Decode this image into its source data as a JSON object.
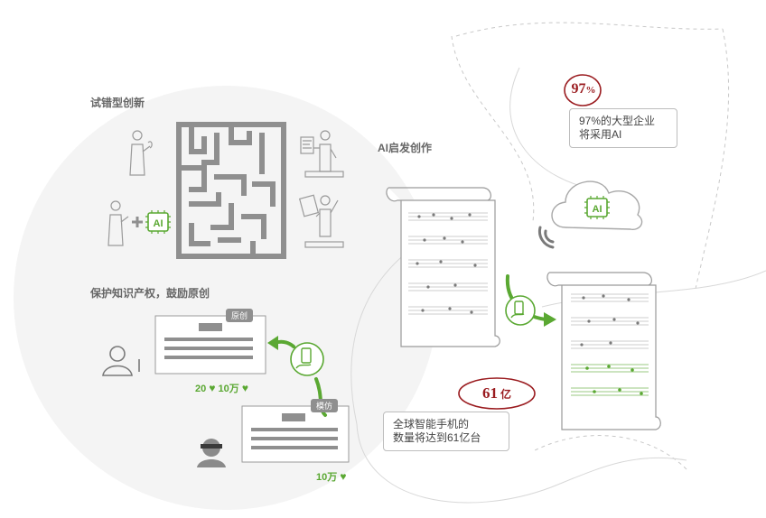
{
  "sections": {
    "trial_title": "试错型创新",
    "ai_compose_title": "AI启发创作",
    "ip_title": "保护知识产权，鼓励原创"
  },
  "ai_label": "AI",
  "cards": {
    "original": {
      "tag": "原创",
      "stats": [
        "20",
        "10万"
      ]
    },
    "imitation": {
      "tag": "模仿",
      "stats": [
        "10万"
      ]
    }
  },
  "stat_97": {
    "badge_number": "97",
    "badge_unit": "%",
    "caption_line1": "97%的大型企业",
    "caption_line2": "将采用AI"
  },
  "stat_61": {
    "badge_number": "61",
    "badge_unit": "亿",
    "caption_line1": "全球智能手机的",
    "caption_line2": "数量将达到61亿台"
  },
  "colors": {
    "accent_green": "#5aa832",
    "badge_red": "#9a1b1f",
    "line_gray": "#8f8f8f",
    "dashed_gray": "#c8c8c8"
  },
  "icons": [
    "maze-icon",
    "scientist-icon",
    "ai-chip-icon",
    "plus-icon",
    "presenter-icon",
    "cloud-icon",
    "wifi-icon",
    "phone-icon",
    "music-scroll-icon",
    "arrow-icon",
    "author-icon",
    "masked-person-icon",
    "heart-icon"
  ]
}
